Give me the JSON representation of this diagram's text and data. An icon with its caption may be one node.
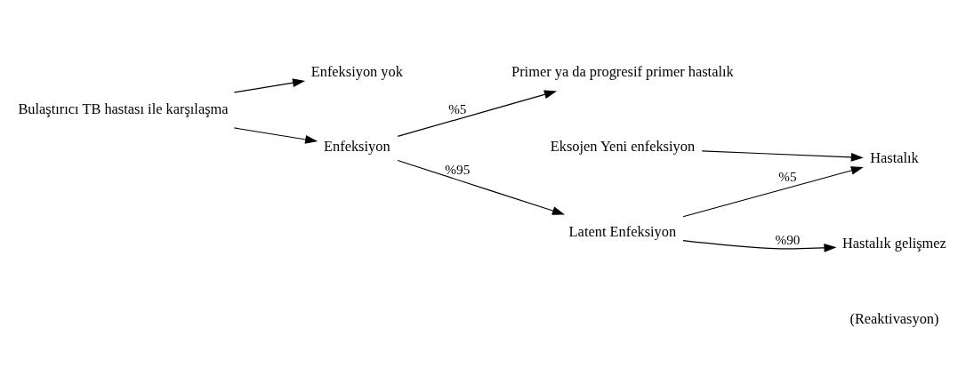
{
  "diagram": {
    "nodes": [
      {
        "text": [
          "Bulaştırıcı TB hastası ile karşılaşma"
        ]
      },
      {
        "text": [
          "Enfeksiyon yok"
        ]
      },
      {
        "text": [
          "Enfeksiyon"
        ]
      },
      {
        "text": [
          "Primer ya da progresif primer hastalık"
        ]
      },
      {
        "text": [
          "Latent Enfeksiyon"
        ]
      },
      {
        "text": [
          "Eksojen Yeni enfeksiyon"
        ]
      },
      {
        "text": [
          "Hastalık"
        ]
      },
      {
        "text": [
          "Hastalık gelişmez"
        ]
      }
    ],
    "edges": [
      {
        "from": 0,
        "to": 1,
        "arrow": "to"
      },
      {
        "from": 0,
        "to": 2,
        "arrow": "to"
      },
      {
        "from": 2,
        "to": 3,
        "arrow": "to",
        "label": "%5"
      },
      {
        "from": 2,
        "to": 4,
        "arrow": "to",
        "label": "%95"
      },
      {
        "from": 4,
        "to": 6,
        "arrow": "to",
        "label": "%5"
      },
      {
        "from": 4,
        "to": 7,
        "arrow": "to",
        "label": "%90"
      },
      {
        "from": 5,
        "to": 6,
        "arrow": "to"
      }
    ],
    "labels": [
      "(Reaktivasyon)"
    ]
  }
}
